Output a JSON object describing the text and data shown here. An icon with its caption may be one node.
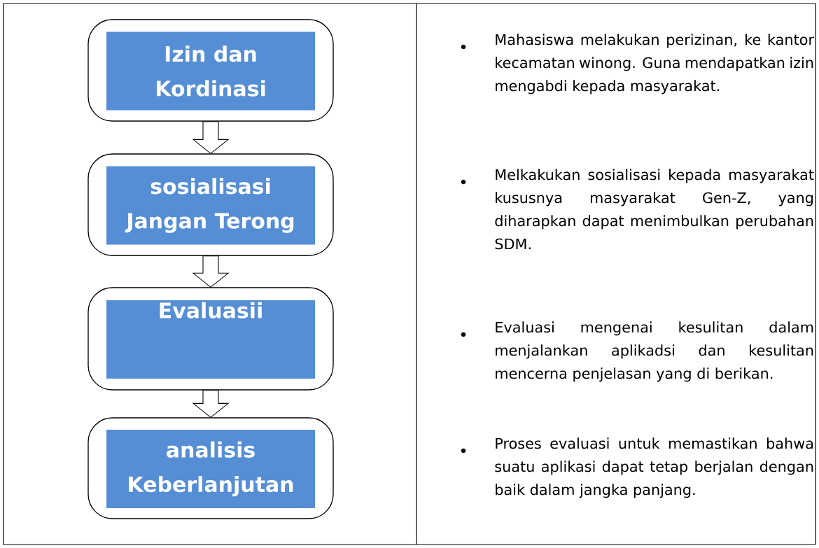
{
  "diagram": {
    "nodes": [
      {
        "text": [],
        "shape": "box"
      },
      {
        "text": [
          "Izin dan Kordinasi"
        ],
        "in": 0
      },
      {
        "text": [],
        "shape": "box"
      },
      {
        "text": [
          "sosialisasi Jangan Terong"
        ],
        "in": 2
      },
      {
        "text": [],
        "shape": "box"
      },
      {
        "text": [
          "Evaluasii"
        ],
        "in": 4
      },
      {
        "text": [],
        "shape": "box"
      },
      {
        "text": [
          "analisis Keberlanjutan"
        ],
        "in": 6
      }
    ],
    "edges": [
      {
        "from": 0,
        "to": 2,
        "arrow": "to"
      },
      {
        "from": 2,
        "to": 4,
        "arrow": "to"
      },
      {
        "from": 4,
        "to": 6,
        "arrow": "to"
      }
    ],
    "labels": [
      "Mahasiswa melakukan perizinan, ke kantor kecamatan winong. Guna mendapatkan izin mengabdi kepada masyarakat.",
      "Melkakukan sosialisasi kepada masyarakat kususnya masyarakat Gen-Z, yang diharapkan dapat menimbulkan perubahan SDM.",
      "Evaluasi mengenai kesulitan dalam menjalankan aplikadsi dan kesulitan mencerna penjelasan yang di berikan.",
      "Proses evaluasi untuk memastikan bahwa suatu aplikasi dapat tetap berjalan dengan baik dalam jangka panjang."
    ]
  }
}
